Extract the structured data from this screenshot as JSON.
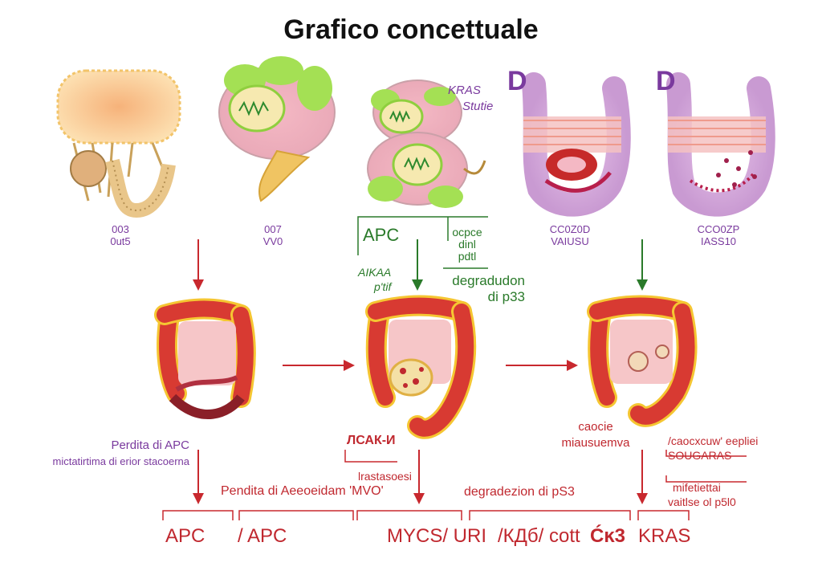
{
  "title": "Grafico concettuale",
  "top_row": {
    "kras_annotation": [
      "KRAS",
      "Stutie"
    ],
    "d_marks": [
      "D",
      "D"
    ],
    "captions": [
      [
        "003",
        "0ut5"
      ],
      [
        "007",
        "VV0"
      ],
      [
        "CC0Z0D",
        "VAIUSU"
      ],
      [
        "CCO0ZP",
        "IASS10"
      ]
    ]
  },
  "green_block": {
    "apc": "APC",
    "left_small": [
      "AIKAA",
      "p'tif"
    ],
    "right_small": [
      "ocpce",
      "dinl",
      "pdtl"
    ],
    "degradation": [
      "degradudon",
      "di p33"
    ]
  },
  "middle_row": {
    "left_caption": [
      "Perdita di APC",
      "mictatirtima di erior stacoerna"
    ],
    "center_caption": "ЛСАК-И",
    "center_sub": "lrastasoesi",
    "perdita_line": "Pendita di Aeeoeidam 'MVO'",
    "right_caption": [
      "caocie",
      "miausuemva"
    ],
    "right_top": [
      "/caocxcuw' eepliei",
      "SOUGARAS"
    ],
    "right_low": [
      "mifetiettai",
      "vaitlse ol p5l0"
    ],
    "degradation_2": "degradezion di pS3"
  },
  "bottom_labels": [
    "APC",
    "/ APC",
    "MYCS/ URI",
    "/КДб/ cott",
    "Ćĸ3",
    "KRAS"
  ],
  "colors": {
    "arrow_red": "#c8282e",
    "arrow_green": "#2a7a2a",
    "label_purple": "#7a3a9e",
    "label_green": "#2a7a2a",
    "label_red": "#c0282f",
    "colon_red": "#d83a32",
    "colon_yellow": "#f5c632"
  }
}
